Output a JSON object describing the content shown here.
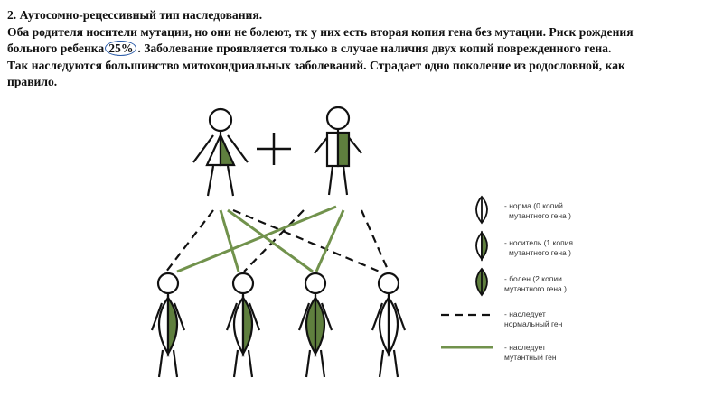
{
  "text": {
    "heading": "2. Аутосомно-рецессивный тип наследования.",
    "line2": "Оба родителя носители мутации, но они не болеют, тк у них есть вторая копия гена без мутации. Риск рождения",
    "line3_before": "больного ребенка",
    "line3_percent": "25%",
    "line3_after": ". Заболевание проявляется только в случае наличия двух копий поврежденного гена.",
    "line4": "Так наследуются большинство митохондриальных заболеваний. Страдает одно поколение из родословной, как",
    "line5": "правило."
  },
  "legend": {
    "normal_line1": "- норма  (0 копий",
    "normal_line2": "мутантного гена )",
    "carrier_line1": "- носитель  (1 копия",
    "carrier_line2": "мутантного гена )",
    "affected_line1": "- болен  (2 копии",
    "affected_line2": "мутантного гена )",
    "dashed_line1": "- наследует",
    "dashed_line2": "нормальный ген",
    "solid_line1": "- наследует",
    "solid_line2": "мутантный ген"
  },
  "colors": {
    "mutant": "#5f7f3e",
    "line_green": "#71924c",
    "circle_highlight": "#2a5ba8",
    "stroke": "#111111"
  }
}
